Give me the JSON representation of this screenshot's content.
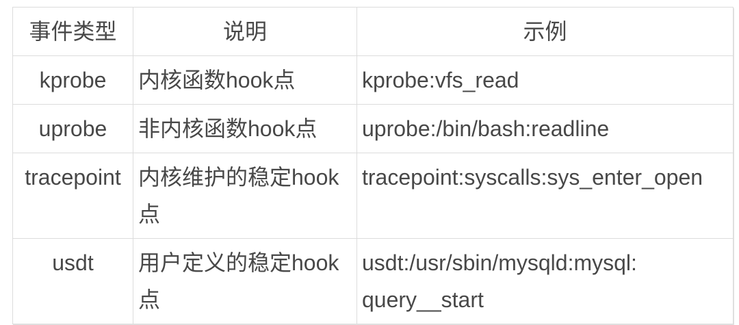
{
  "colors": {
    "text": "#484848",
    "border": "#dcdcdc",
    "background": "#ffffff"
  },
  "table": {
    "headers": [
      "事件类型",
      "说明",
      "示例"
    ],
    "rows": [
      {
        "type": "kprobe",
        "description": "内核函数hook点",
        "example": "kprobe:vfs_read"
      },
      {
        "type": "uprobe",
        "description": "非内核函数hook点",
        "example": "uprobe:/bin/bash:readline"
      },
      {
        "type": "tracepoint",
        "description": "内核维护的稳定hook点",
        "example": "tracepoint:syscalls:sys_enter_open"
      },
      {
        "type": "usdt",
        "description": "用户定义的稳定hook点",
        "example": "usdt:/usr/sbin/mysqld:mysql:query__start"
      }
    ]
  }
}
